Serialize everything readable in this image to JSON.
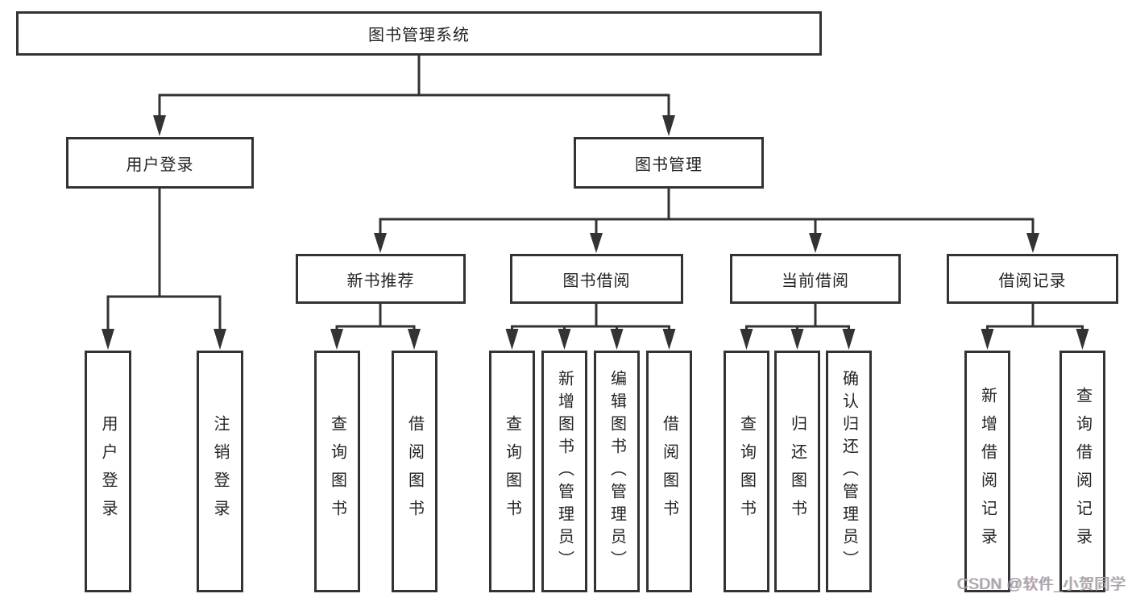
{
  "diagram": {
    "root": {
      "label": "图书管理系统"
    },
    "branches": [
      {
        "label": "用户登录",
        "children": [
          {
            "label": "用户登录"
          },
          {
            "label": "注销登录"
          }
        ]
      },
      {
        "label": "图书管理",
        "children": [
          {
            "label": "新书推荐",
            "children": [
              {
                "label": "查询图书"
              },
              {
                "label": "借阅图书"
              }
            ]
          },
          {
            "label": "图书借阅",
            "children": [
              {
                "label": "查询图书"
              },
              {
                "label": "新增图书（管理员）"
              },
              {
                "label": "编辑图书（管理员）"
              },
              {
                "label": "借阅图书"
              }
            ]
          },
          {
            "label": "当前借阅",
            "children": [
              {
                "label": "查询图书"
              },
              {
                "label": "归还图书"
              },
              {
                "label": "确认归还（管理员）"
              }
            ]
          },
          {
            "label": "借阅记录",
            "children": [
              {
                "label": "新增借阅记录"
              },
              {
                "label": "查询借阅记录"
              }
            ]
          }
        ]
      }
    ]
  },
  "watermark": {
    "text": "CSDN @软件_小贺同学"
  },
  "colors": {
    "line": "#333333",
    "text": "#242424",
    "background": "#ffffff",
    "watermark": "#a3a3a3"
  }
}
